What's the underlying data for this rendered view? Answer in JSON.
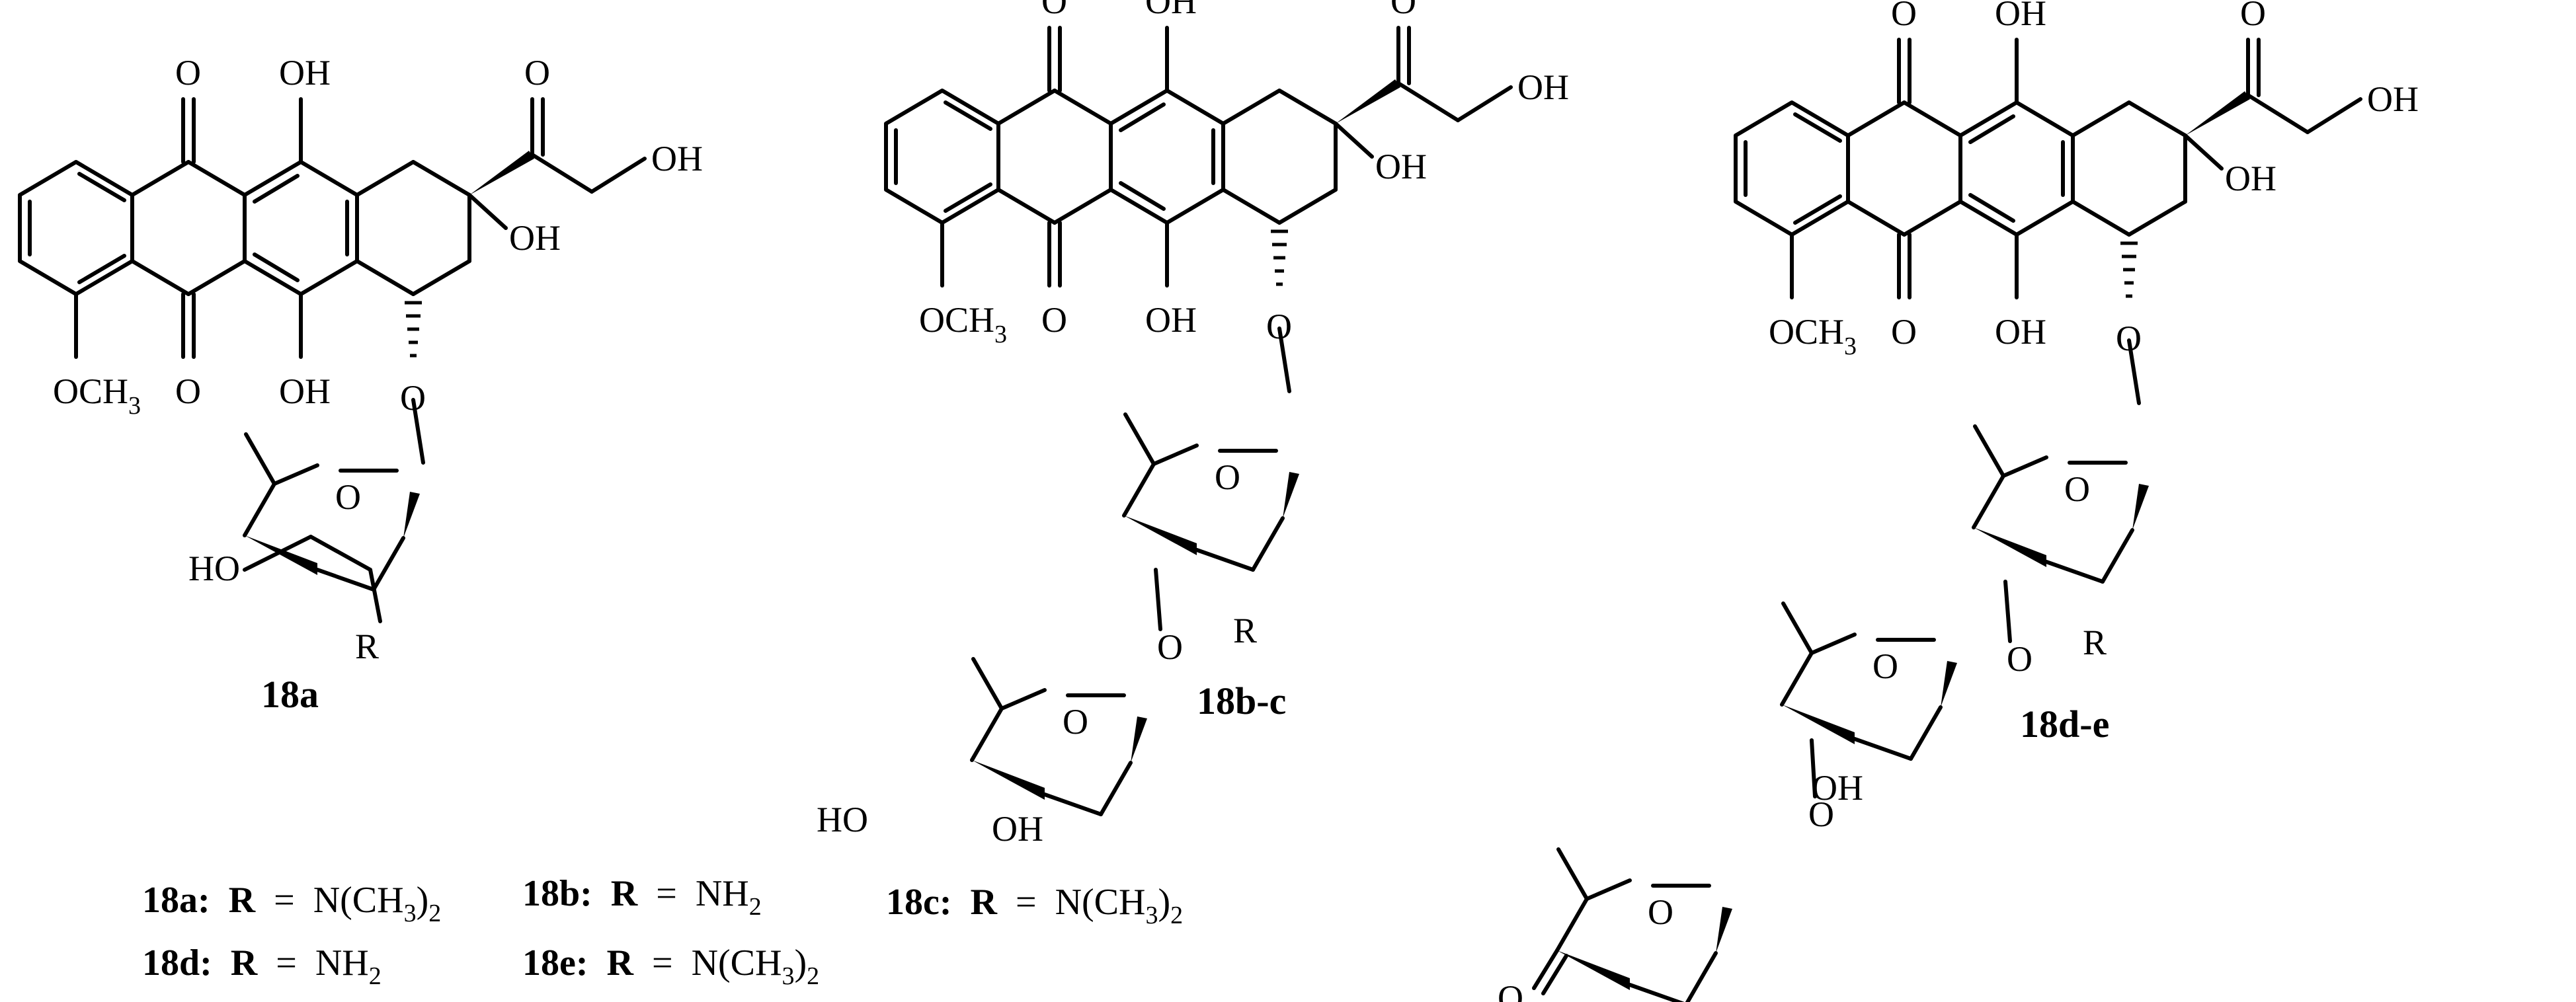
{
  "compounds": [
    {
      "id": "18a",
      "label": "18a"
    },
    {
      "id": "18bc",
      "label": "18b-c"
    },
    {
      "id": "18de",
      "label": "18d-e"
    }
  ],
  "atoms": {
    "O": "O",
    "OH": "OH",
    "HO": "HO",
    "R": "R",
    "OCH": "OCH",
    "three": "3"
  },
  "definitions": [
    {
      "id": "18a",
      "cmpd": "18a:",
      "R": "R",
      "eq": "=",
      "formula": "N(CH",
      "sub": "3",
      "close": ")",
      "close_sub": "2"
    },
    {
      "id": "18b",
      "cmpd": "18b:",
      "R": "R",
      "eq": "=",
      "formula": "NH",
      "sub": "2",
      "close": "",
      "close_sub": ""
    },
    {
      "id": "18c",
      "cmpd": "18c:",
      "R": "R",
      "eq": "=",
      "formula": "N(CH",
      "sub": "3",
      "close": ")",
      "close_sub": "2"
    },
    {
      "id": "18d",
      "cmpd": "18d:",
      "R": "R",
      "eq": "=",
      "formula": "NH",
      "sub": "2",
      "close": "",
      "close_sub": ""
    },
    {
      "id": "18e",
      "cmpd": "18e:",
      "R": "R",
      "eq": "=",
      "formula": "N(CH",
      "sub": "3",
      "close": ")",
      "close_sub": "2"
    }
  ]
}
